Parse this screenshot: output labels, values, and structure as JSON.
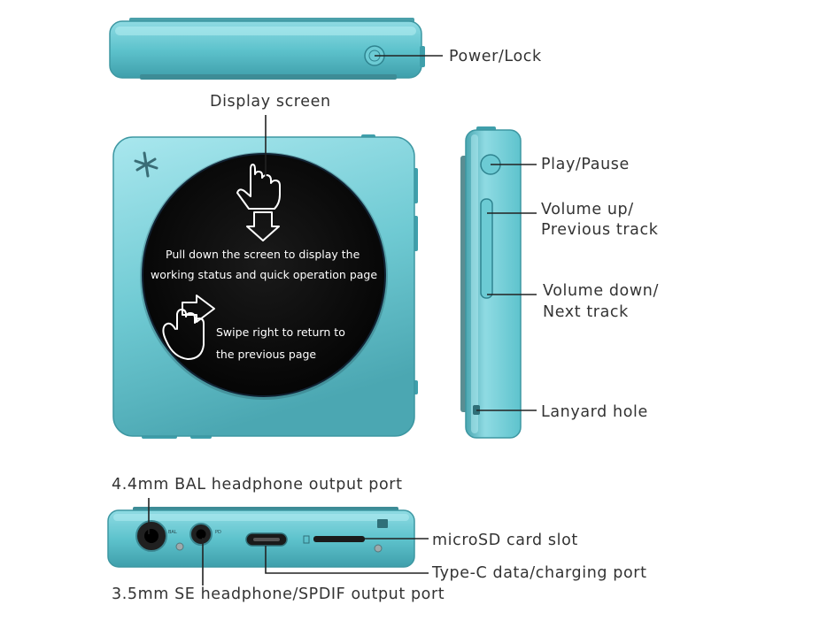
{
  "labels": {
    "power_lock": "Power/Lock",
    "display_screen": "Display screen",
    "play_pause": "Play/Pause",
    "volume_up_1": "Volume up/",
    "volume_up_2": "Previous track",
    "volume_down_1": "Volume down/",
    "volume_down_2": "Next track",
    "lanyard_hole": "Lanyard hole",
    "bal_port": "4.4mm BAL headphone output port",
    "microsd": "microSD card slot",
    "type_c": "Type-C data/charging port",
    "se_port": "3.5mm SE headphone/SPDIF output port"
  },
  "screen": {
    "pull_down_1": "Pull down the screen to display the",
    "pull_down_2": "working status and quick operation page",
    "swipe_1": "Swipe right to return to",
    "swipe_2": "the previous page"
  },
  "port_marks": {
    "bal": "BAL",
    "pd": "PD"
  },
  "colors": {
    "body_teal": "#5ec3cd",
    "body_teal_light": "#a9e7ee",
    "body_teal_dark": "#3f9fab",
    "screen_black": "#0d0d0d",
    "leader_line": "#222222"
  }
}
